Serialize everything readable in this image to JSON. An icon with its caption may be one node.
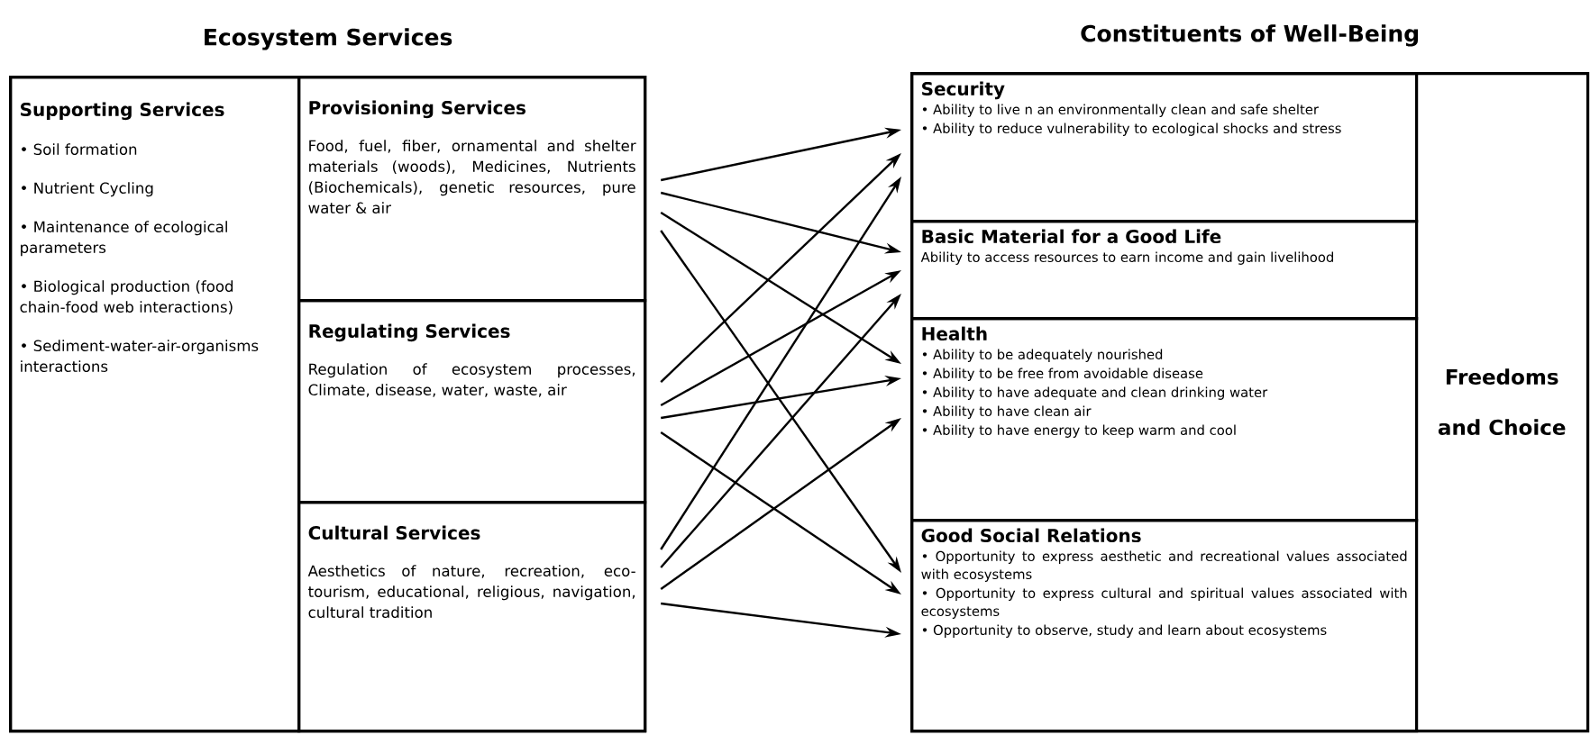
{
  "diagram": {
    "nodes": [
      {
        "text": [
          "Ecosystem Services"
        ]
      },
      {
        "text": [
          "Supporting Services",
          "• Soil formation",
          "• Nutrient Cycling",
          "• Maintenance of ecological parameters",
          "• Biological production (food chain-food web interactions)",
          "• Sediment-water-air-organisms interactions"
        ],
        "in": 0
      },
      {
        "text": [
          "Provisioning Services",
          "Food, fuel, fiber, ornamental and shelter materials (woods), Medicines, Nutrients (Biochemicals), genetic resources, pure water & air"
        ],
        "in": 0
      },
      {
        "text": [
          "Regulating Services",
          "Regulation of ecosystem processes, Climate, disease, water, waste, air"
        ],
        "in": 0
      },
      {
        "text": [
          "Cultural Services",
          "Aesthetics of nature, recreation, eco-tourism, educational, religious, navigation, cultural tradition"
        ],
        "in": 0
      },
      {
        "text": [
          "Constituents of Well-Being"
        ]
      },
      {
        "text": [
          "Security",
          "• Ability to live n an environmentally clean and safe shelter",
          "• Ability to reduce vulnerability to ecological shocks and stress"
        ],
        "in": 5
      },
      {
        "text": [
          "Basic Material for a Good Life",
          "Ability to access resources to earn income and gain livelihood"
        ],
        "in": 5
      },
      {
        "text": [
          "Health",
          "• Ability to be adequately nourished",
          "• Ability to be free from avoidable disease",
          "• Ability to have adequate and clean drinking water",
          "• Ability to have clean air",
          "• Ability to have energy to keep warm and cool"
        ],
        "in": 5
      },
      {
        "text": [
          "Good Social Relations",
          "• Opportunity to express aesthetic and recreational values associated with ecosystems",
          "• Opportunity to express cultural and spiritual values associated with ecosystems",
          "• Opportunity to observe, study and learn about ecosystems"
        ],
        "in": 5
      },
      {
        "text": [
          "Freedoms and Choice"
        ],
        "in": 5
      }
    ],
    "edges": [
      {
        "from": 2,
        "to": 6,
        "arrow": "to"
      },
      {
        "from": 2,
        "to": 7,
        "arrow": "to"
      },
      {
        "from": 2,
        "to": 8,
        "arrow": "to"
      },
      {
        "from": 2,
        "to": 9,
        "arrow": "to"
      },
      {
        "from": 3,
        "to": 6,
        "arrow": "to"
      },
      {
        "from": 3,
        "to": 7,
        "arrow": "to"
      },
      {
        "from": 3,
        "to": 8,
        "arrow": "to"
      },
      {
        "from": 3,
        "to": 9,
        "arrow": "to"
      },
      {
        "from": 4,
        "to": 6,
        "arrow": "to"
      },
      {
        "from": 4,
        "to": 7,
        "arrow": "to"
      },
      {
        "from": 4,
        "to": 8,
        "arrow": "to"
      },
      {
        "from": 4,
        "to": 9,
        "arrow": "to"
      }
    ]
  }
}
